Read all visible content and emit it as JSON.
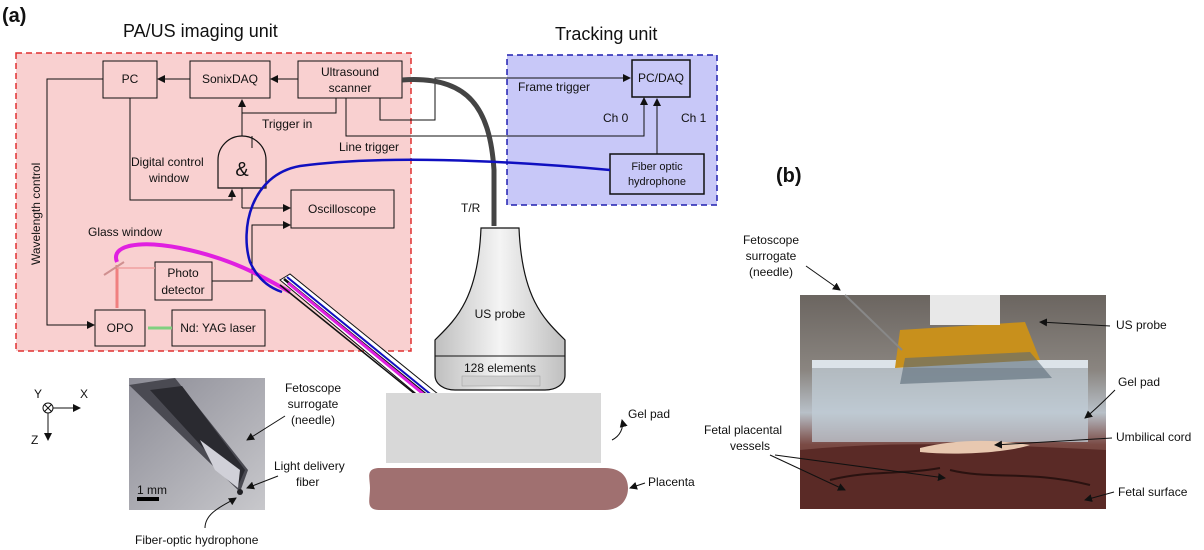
{
  "panel_a": "(a)",
  "panel_b": "(b)",
  "pa_us_title": "PA/US imaging unit",
  "tracking_title": "Tracking unit",
  "boxes": {
    "pc": "PC",
    "sonixdaq": "SonixDAQ",
    "us_scanner_1": "Ultrasound",
    "us_scanner_2": "scanner",
    "and_gate": "&",
    "oscilloscope": "Oscilloscope",
    "photo_1": "Photo",
    "photo_2": "detector",
    "opo": "OPO",
    "ndyag": "Nd: YAG laser",
    "pcdaq": "PC/DAQ",
    "fiber_hydro_1": "Fiber optic",
    "fiber_hydro_2": "hydrophone"
  },
  "signals": {
    "trigger_in": "Trigger in",
    "digital_control_1": "Digital control",
    "digital_control_2": "window",
    "line_trigger": "Line trigger",
    "wavelength_control": "Wavelength control",
    "glass_window": "Glass window",
    "frame_trigger": "Frame trigger",
    "ch0": "Ch 0",
    "ch1": "Ch 1",
    "tr": "T/R"
  },
  "probe": {
    "label": "US probe",
    "elements": "128 elements"
  },
  "setup_labels": {
    "gel_pad": "Gel pad",
    "placenta": "Placenta"
  },
  "axes": {
    "y": "Y",
    "x": "X",
    "z": "Z"
  },
  "inset": {
    "fetoscope_1": "Fetoscope",
    "fetoscope_2": "surrogate",
    "fetoscope_3": "(needle)",
    "light_1": "Light delivery",
    "light_2": "fiber",
    "scale": "1 mm",
    "hydrophone": "Fiber-optic hydrophone"
  },
  "photo_b": {
    "fetoscope_1": "Fetoscope",
    "fetoscope_2": "surrogate",
    "fetoscope_3": "(needle)",
    "us_probe": "US probe",
    "gel_pad": "Gel pad",
    "umbilical": "Umbilical cord",
    "vessels_1": "Fetal placental",
    "vessels_2": "vessels",
    "fetal_surface": "Fetal surface"
  },
  "colors": {
    "pa_fill": "#f9d0d0",
    "pa_border": "#e03030",
    "track_fill": "#c8c8f8",
    "track_border": "#2020b0",
    "magenta": "#e020e0",
    "blue_fiber": "#1010c0",
    "cable": "#444444",
    "placenta": "#a07070",
    "gel": "#d8d8d8"
  }
}
